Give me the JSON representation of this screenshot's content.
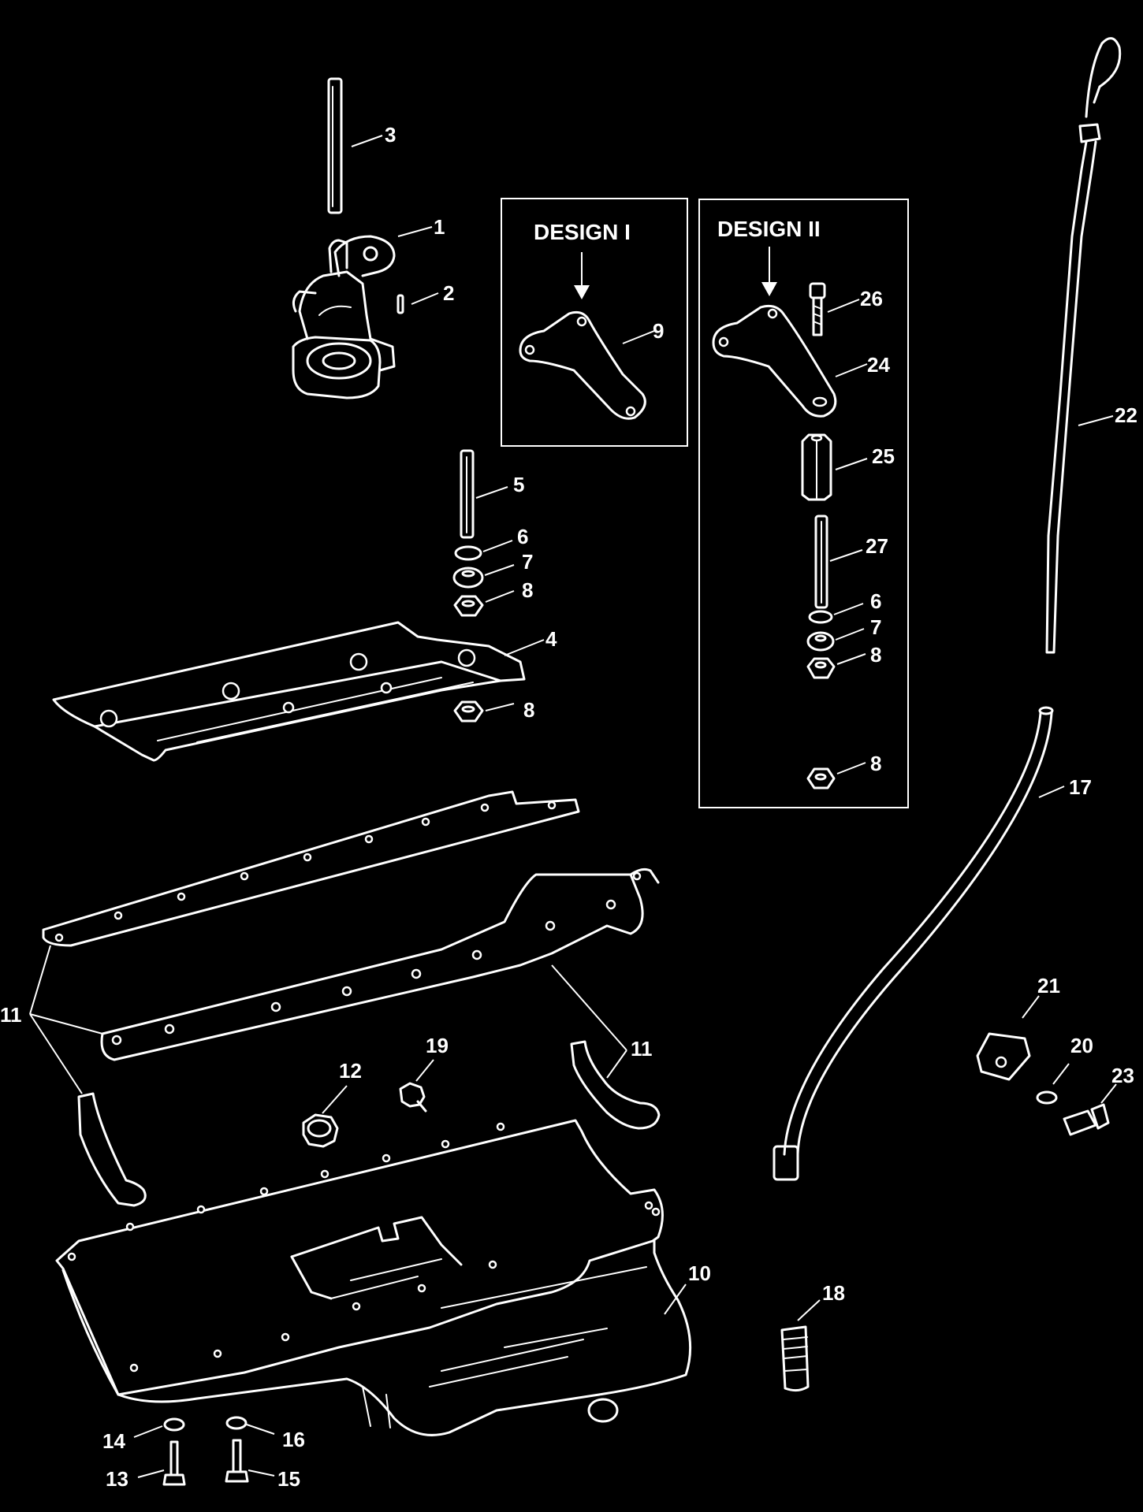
{
  "design_boxes": {
    "design_1_title": "DESIGN I",
    "design_2_title": "DESIGN II"
  },
  "labels": {
    "l1": "1",
    "l2": "2",
    "l3": "3",
    "l4": "4",
    "l5": "5",
    "l6": "6",
    "l7": "7",
    "l8": "8",
    "l9": "9",
    "l10": "10",
    "l11": "11",
    "l12": "12",
    "l13": "13",
    "l14": "14",
    "l15": "15",
    "l16": "16",
    "l17": "17",
    "l18": "18",
    "l19": "19",
    "l20": "20",
    "l21": "21",
    "l22": "22",
    "l23": "23",
    "l24": "24",
    "l25": "25",
    "l26": "26",
    "l27": "27"
  }
}
